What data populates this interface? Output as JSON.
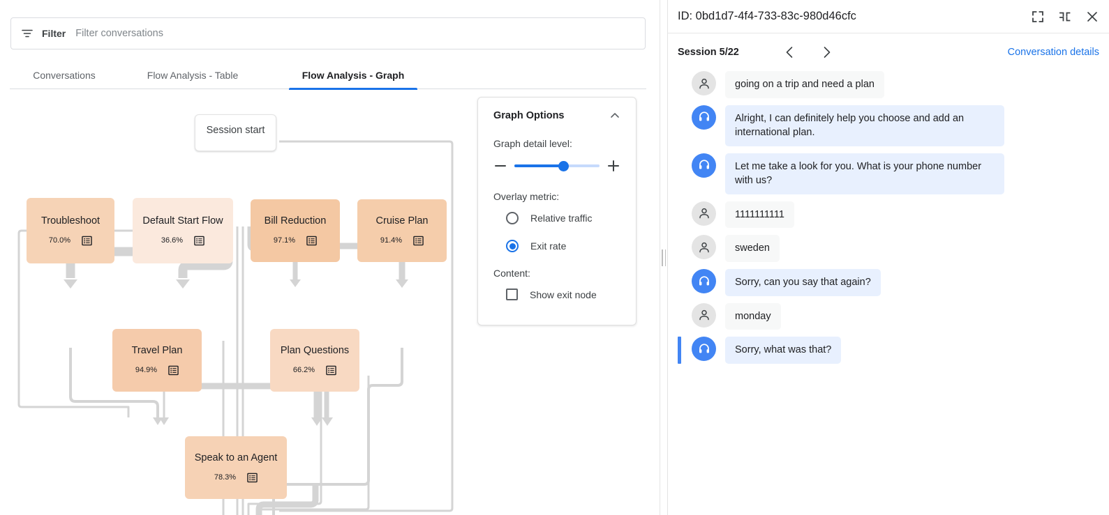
{
  "filter": {
    "icon": "filter-icon",
    "label": "Filter",
    "placeholder": "Filter conversations",
    "value": ""
  },
  "tabs": [
    {
      "label": "Conversations",
      "active": false
    },
    {
      "label": "Flow Analysis - Table",
      "active": false
    },
    {
      "label": "Flow Analysis - Graph",
      "active": true
    }
  ],
  "graph": {
    "start_node": {
      "label": "Session start"
    },
    "nodes": [
      {
        "id": "troubleshoot",
        "label": "Troubleshoot",
        "exit_rate": "70.0%",
        "color": "#f6d3b6",
        "icon": "list-icon"
      },
      {
        "id": "default-start",
        "label": "Default Start Flow",
        "exit_rate": "36.6%",
        "color": "#fbe9dd",
        "icon": "list-icon"
      },
      {
        "id": "bill-reduction",
        "label": "Bill Reduction",
        "exit_rate": "97.1%",
        "color": "#f4c8a3",
        "icon": "list-icon"
      },
      {
        "id": "cruise-plan",
        "label": "Cruise Plan",
        "exit_rate": "91.4%",
        "color": "#f5cdab",
        "icon": "list-icon"
      },
      {
        "id": "travel-plan",
        "label": "Travel Plan",
        "exit_rate": "94.9%",
        "color": "#f5cbab",
        "icon": "list-icon"
      },
      {
        "id": "plan-questions",
        "label": "Plan Questions",
        "exit_rate": "66.2%",
        "color": "#f8d9c2",
        "icon": "list-icon"
      },
      {
        "id": "speak-agent",
        "label": "Speak to an Agent",
        "exit_rate": "78.3%",
        "color": "#f6d2b5",
        "icon": "list-icon"
      }
    ],
    "edge_color": "#d4d4d4"
  },
  "graph_options": {
    "title": "Graph Options",
    "collapse_icon": "chevron-up-icon",
    "detail_level_label": "Graph detail level:",
    "detail_level_value": 58,
    "minus_icon": "minus-icon",
    "plus_icon": "plus-icon",
    "overlay_metric_label": "Overlay metric:",
    "overlay_options": [
      {
        "label": "Relative traffic",
        "selected": false
      },
      {
        "label": "Exit rate",
        "selected": true
      }
    ],
    "content_label": "Content:",
    "checkboxes": [
      {
        "label": "Show exit node",
        "checked": false
      }
    ]
  },
  "right_panel": {
    "id_text": "ID: 0bd1d7-4f4-733-83c-980d46cfc",
    "header_icons": [
      {
        "name": "expand-icon"
      },
      {
        "name": "collapse-icon"
      },
      {
        "name": "close-icon"
      }
    ],
    "session_label": "Session 5/22",
    "prev_icon": "chevron-left-icon",
    "next_icon": "chevron-right-icon",
    "details_link": "Conversation details",
    "accent_color": "#1a73e8",
    "messages": [
      {
        "speaker": "user",
        "text": "going on a trip and need a plan",
        "highlight": false
      },
      {
        "speaker": "agent",
        "text": "Alright, I can definitely help you choose and add an international plan.",
        "highlight": false
      },
      {
        "speaker": "agent",
        "text": "Let me take a look for you. What is your phone number with us?",
        "highlight": false
      },
      {
        "speaker": "user",
        "text": "1111111111",
        "highlight": false
      },
      {
        "speaker": "user",
        "text": "sweden",
        "highlight": false
      },
      {
        "speaker": "agent",
        "text": "Sorry, can you say that again?",
        "highlight": false
      },
      {
        "speaker": "user",
        "text": "monday",
        "highlight": false
      },
      {
        "speaker": "agent",
        "text": "Sorry, what was that?",
        "highlight": true
      }
    ]
  }
}
